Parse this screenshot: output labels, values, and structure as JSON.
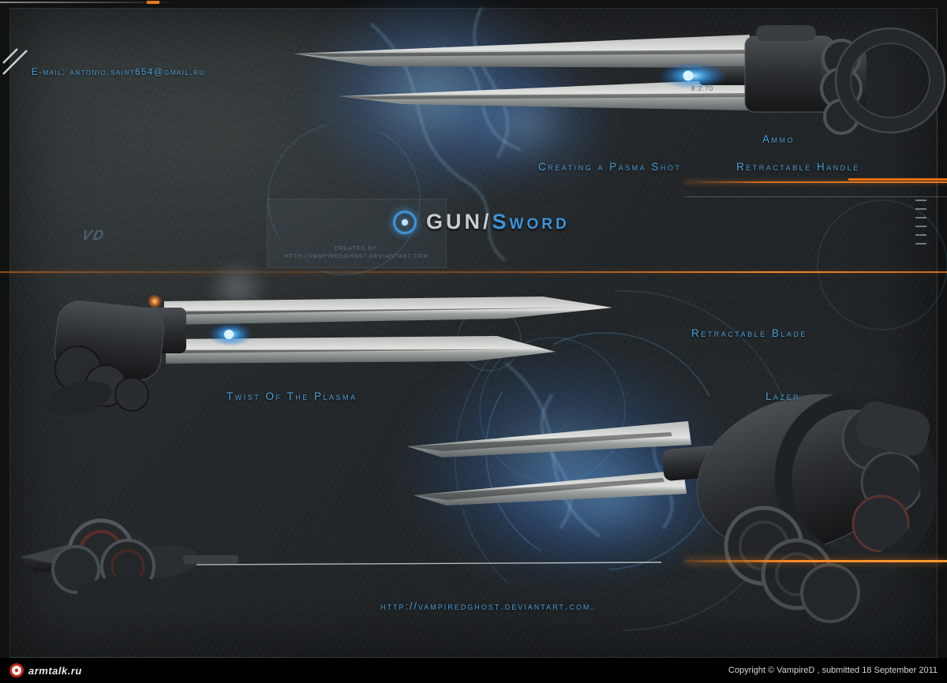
{
  "colors": {
    "label_blue": "#4e9fd8",
    "title_gray": "#c6ccd0",
    "title_blue": "#3f93da",
    "accent_orange": "#f07a1e",
    "glow_blue": "#49b6ff",
    "background": "#24282a"
  },
  "header": {
    "email": "E-mail: antonio.saint654@gmail.ru"
  },
  "title": {
    "part_gray": "GUN/",
    "part_blue": "Sword",
    "credit_line1": "created by:",
    "credit_line2": "http://vampiredghost.deviantart.com"
  },
  "labels": {
    "ammo": "Ammo",
    "creating_plasma": "Creating a Pasma Shot",
    "retractable_handle": "Retractable Handle",
    "retractable_blade": "Retractable Blade",
    "twist_plasma": "Twist Of The Plasma",
    "lazer": "Lazer"
  },
  "marks": {
    "watermark": "VD",
    "blade_etching": "8.2.70"
  },
  "footer": {
    "site_url": "http://vampiredghost.deviantart.com.",
    "armtalk": "armtalk.ru",
    "copyright": "Copyright © VampireD , submitted 18 September 2011"
  }
}
